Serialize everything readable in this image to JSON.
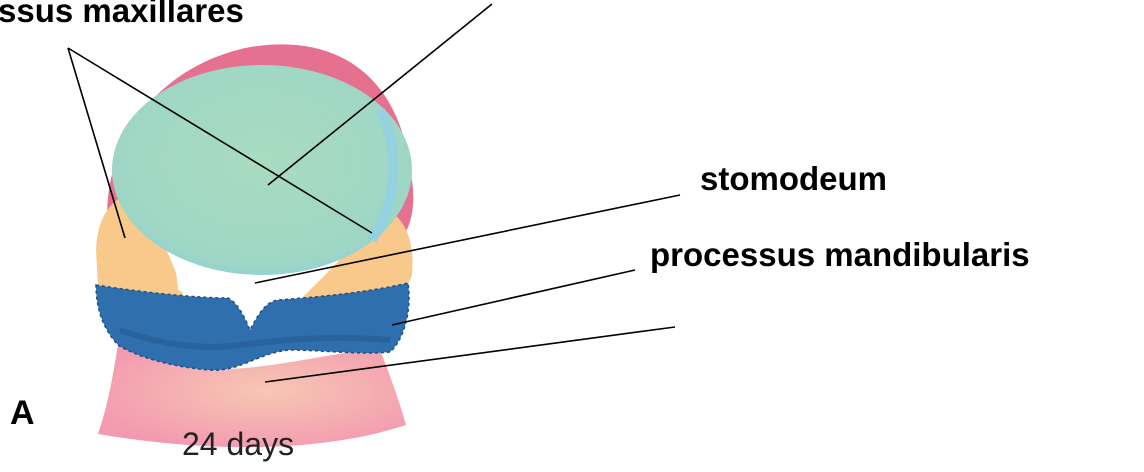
{
  "labels": {
    "maxillares": "ssus maxillares",
    "stomodeum": "stomodeum",
    "mandibularis": "processus mandibularis"
  },
  "panel_letter": "A",
  "caption": "24 days",
  "colors": {
    "frontonasal": "#a9dcc4",
    "frontonasal_edge": "#8fd0e8",
    "head_pink": "#e6708f",
    "maxillary": "#f8c98a",
    "mandibular": "#2f6fae",
    "mandibular_shadow": "#24588c",
    "neck": "#f2a9b8",
    "neck_center": "#f7c3b4"
  }
}
